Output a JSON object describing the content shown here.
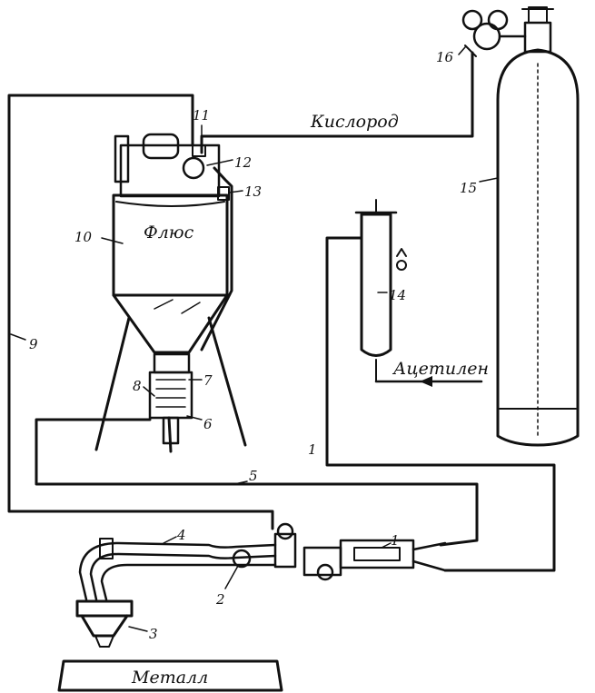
{
  "colors": {
    "ink": "#111111",
    "background": "#ffffff"
  },
  "labels": {
    "kislorod": "Кислород",
    "flyus": "Флюс",
    "acetilen": "Ацетилен",
    "metall": "Металл"
  },
  "numbers": {
    "n1": "1",
    "n1b": "1",
    "n2": "2",
    "n3": "3",
    "n4": "4",
    "n5": "5",
    "n6": "6",
    "n7": "7",
    "n8": "8",
    "n9": "9",
    "n10": "10",
    "n11": "11",
    "n12": "12",
    "n13": "13",
    "n14": "14",
    "n15": "15",
    "n16": "16"
  }
}
